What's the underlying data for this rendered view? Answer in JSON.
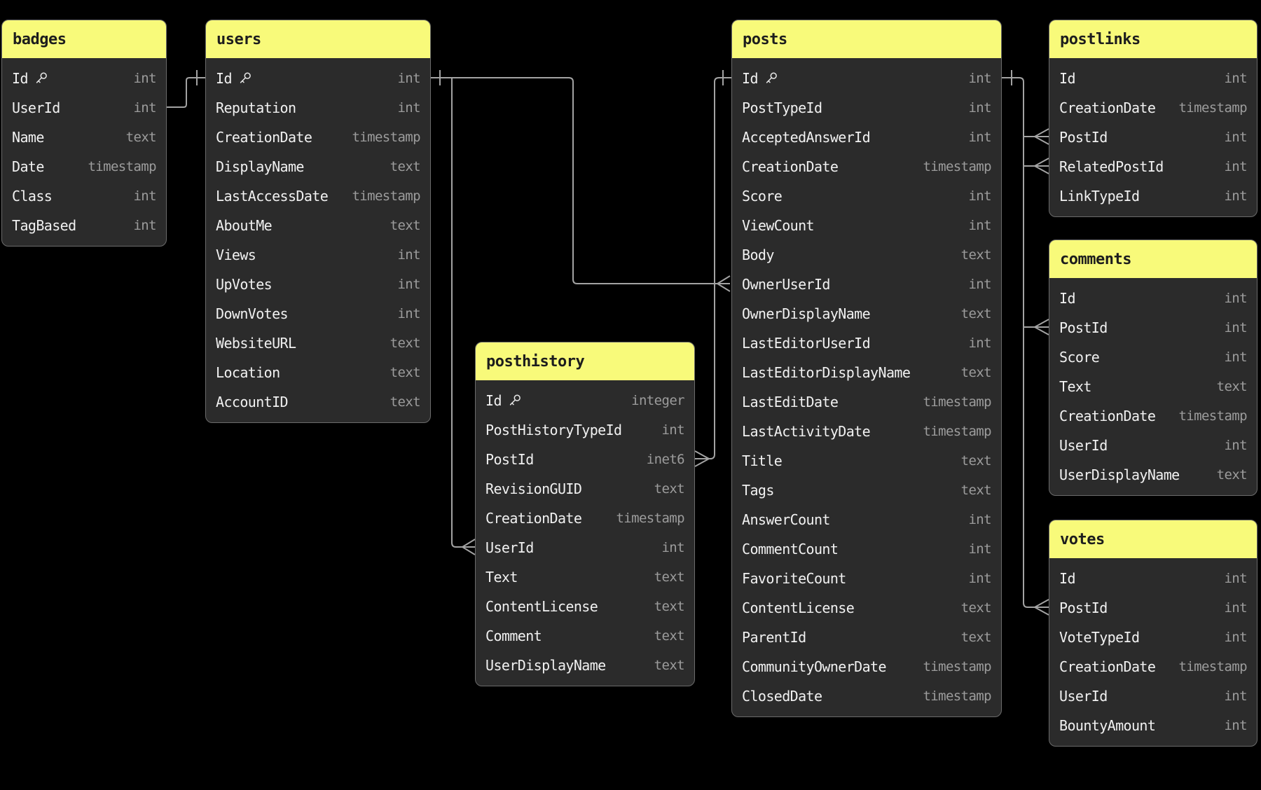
{
  "diagram": {
    "background": "#000000",
    "header_color": "#f8fa7a",
    "card_color": "#2b2b2b",
    "edge_color": "#a3a3a3",
    "field_name_color": "#f1f1f1",
    "field_type_color": "#9c9c9c"
  },
  "tables": {
    "badges": {
      "title": "badges",
      "fields": [
        {
          "name": "Id",
          "type": "int",
          "key": true
        },
        {
          "name": "UserId",
          "type": "int",
          "key": false
        },
        {
          "name": "Name",
          "type": "text",
          "key": false
        },
        {
          "name": "Date",
          "type": "timestamp",
          "key": false
        },
        {
          "name": "Class",
          "type": "int",
          "key": false
        },
        {
          "name": "TagBased",
          "type": "int",
          "key": false
        }
      ]
    },
    "users": {
      "title": "users",
      "fields": [
        {
          "name": "Id",
          "type": "int",
          "key": true
        },
        {
          "name": "Reputation",
          "type": "int",
          "key": false
        },
        {
          "name": "CreationDate",
          "type": "timestamp",
          "key": false
        },
        {
          "name": "DisplayName",
          "type": "text",
          "key": false
        },
        {
          "name": "LastAccessDate",
          "type": "timestamp",
          "key": false
        },
        {
          "name": "AboutMe",
          "type": "text",
          "key": false
        },
        {
          "name": "Views",
          "type": "int",
          "key": false
        },
        {
          "name": "UpVotes",
          "type": "int",
          "key": false
        },
        {
          "name": "DownVotes",
          "type": "int",
          "key": false
        },
        {
          "name": "WebsiteURL",
          "type": "text",
          "key": false
        },
        {
          "name": "Location",
          "type": "text",
          "key": false
        },
        {
          "name": "AccountID",
          "type": "text",
          "key": false
        }
      ]
    },
    "posthistory": {
      "title": "posthistory",
      "fields": [
        {
          "name": "Id",
          "type": "integer",
          "key": true
        },
        {
          "name": "PostHistoryTypeId",
          "type": "int",
          "key": false
        },
        {
          "name": "PostId",
          "type": "inet6",
          "key": false
        },
        {
          "name": "RevisionGUID",
          "type": "text",
          "key": false
        },
        {
          "name": "CreationDate",
          "type": "timestamp",
          "key": false
        },
        {
          "name": "UserId",
          "type": "int",
          "key": false
        },
        {
          "name": "Text",
          "type": "text",
          "key": false
        },
        {
          "name": "ContentLicense",
          "type": "text",
          "key": false
        },
        {
          "name": "Comment",
          "type": "text",
          "key": false
        },
        {
          "name": "UserDisplayName",
          "type": "text",
          "key": false
        }
      ]
    },
    "posts": {
      "title": "posts",
      "fields": [
        {
          "name": "Id",
          "type": "int",
          "key": true
        },
        {
          "name": "PostTypeId",
          "type": "int",
          "key": false
        },
        {
          "name": "AcceptedAnswerId",
          "type": "int",
          "key": false
        },
        {
          "name": "CreationDate",
          "type": "timestamp",
          "key": false
        },
        {
          "name": "Score",
          "type": "int",
          "key": false
        },
        {
          "name": "ViewCount",
          "type": "int",
          "key": false
        },
        {
          "name": "Body",
          "type": "text",
          "key": false
        },
        {
          "name": "OwnerUserId",
          "type": "int",
          "key": false
        },
        {
          "name": "OwnerDisplayName",
          "type": "text",
          "key": false
        },
        {
          "name": "LastEditorUserId",
          "type": "int",
          "key": false
        },
        {
          "name": "LastEditorDisplayName",
          "type": "text",
          "key": false
        },
        {
          "name": "LastEditDate",
          "type": "timestamp",
          "key": false
        },
        {
          "name": "LastActivityDate",
          "type": "timestamp",
          "key": false
        },
        {
          "name": "Title",
          "type": "text",
          "key": false
        },
        {
          "name": "Tags",
          "type": "text",
          "key": false
        },
        {
          "name": "AnswerCount",
          "type": "int",
          "key": false
        },
        {
          "name": "CommentCount",
          "type": "int",
          "key": false
        },
        {
          "name": "FavoriteCount",
          "type": "int",
          "key": false
        },
        {
          "name": "ContentLicense",
          "type": "text",
          "key": false
        },
        {
          "name": "ParentId",
          "type": "text",
          "key": false
        },
        {
          "name": "CommunityOwnerDate",
          "type": "timestamp",
          "key": false
        },
        {
          "name": "ClosedDate",
          "type": "timestamp",
          "key": false
        }
      ]
    },
    "postlinks": {
      "title": "postlinks",
      "fields": [
        {
          "name": "Id",
          "type": "int",
          "key": false
        },
        {
          "name": "CreationDate",
          "type": "timestamp",
          "key": false
        },
        {
          "name": "PostId",
          "type": "int",
          "key": false
        },
        {
          "name": "RelatedPostId",
          "type": "int",
          "key": false
        },
        {
          "name": "LinkTypeId",
          "type": "int",
          "key": false
        }
      ]
    },
    "comments": {
      "title": "comments",
      "fields": [
        {
          "name": "Id",
          "type": "int",
          "key": false
        },
        {
          "name": "PostId",
          "type": "int",
          "key": false
        },
        {
          "name": "Score",
          "type": "int",
          "key": false
        },
        {
          "name": "Text",
          "type": "text",
          "key": false
        },
        {
          "name": "CreationDate",
          "type": "timestamp",
          "key": false
        },
        {
          "name": "UserId",
          "type": "int",
          "key": false
        },
        {
          "name": "UserDisplayName",
          "type": "text",
          "key": false
        }
      ]
    },
    "votes": {
      "title": "votes",
      "fields": [
        {
          "name": "Id",
          "type": "int",
          "key": false
        },
        {
          "name": "PostId",
          "type": "int",
          "key": false
        },
        {
          "name": "VoteTypeId",
          "type": "int",
          "key": false
        },
        {
          "name": "CreationDate",
          "type": "timestamp",
          "key": false
        },
        {
          "name": "UserId",
          "type": "int",
          "key": false
        },
        {
          "name": "BountyAmount",
          "type": "int",
          "key": false
        }
      ]
    }
  },
  "relationships": [
    {
      "from": "badges.UserId",
      "to": "users.Id",
      "to_cardinality": "one"
    },
    {
      "from": "users.Id",
      "to": "posts.OwnerUserId",
      "from_cardinality": "one",
      "to_cardinality": "many"
    },
    {
      "from": "users.Id",
      "to": "posthistory.UserId",
      "from_cardinality": "one",
      "to_cardinality": "many"
    },
    {
      "from": "posts.Id",
      "to": "posthistory.PostId",
      "from_cardinality": "one",
      "to_cardinality": "many"
    },
    {
      "from": "posts.Id",
      "to": "postlinks.PostId",
      "from_cardinality": "one",
      "to_cardinality": "many"
    },
    {
      "from": "posts.Id",
      "to": "postlinks.RelatedPostId",
      "from_cardinality": "one",
      "to_cardinality": "many"
    },
    {
      "from": "posts.Id",
      "to": "comments.PostId",
      "from_cardinality": "one",
      "to_cardinality": "many"
    },
    {
      "from": "posts.Id",
      "to": "votes.PostId",
      "from_cardinality": "one",
      "to_cardinality": "many"
    }
  ]
}
